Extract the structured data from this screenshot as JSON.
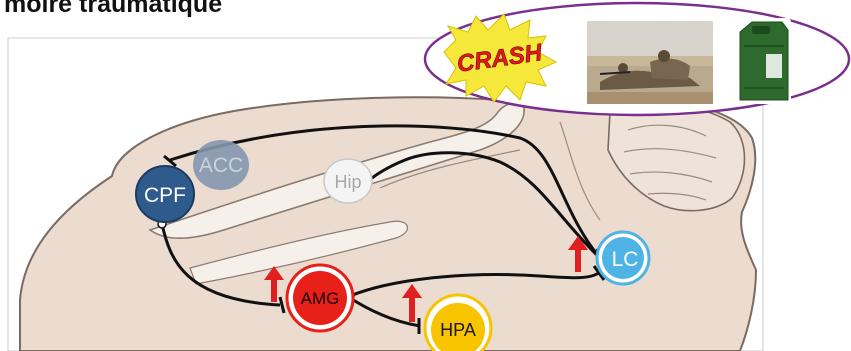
{
  "title": "moire traumatique",
  "stimuli": {
    "crash_label": "CRASH",
    "soldiers_photo": "soldiers-photo",
    "jerrycan_photo": "jerrycan-photo"
  },
  "nodes": {
    "cpf": "CPF",
    "acc": "ACC",
    "hip": "Hip",
    "lc": "LC",
    "amg": "AMG",
    "hpa": "HPA"
  },
  "colors": {
    "brain_fill": "#ecdcd0",
    "brain_outline": "#7a6a62",
    "cpf": "#2f5a8c",
    "acc": "#8496ad",
    "hip": "#f4f4f4",
    "lc": "#4fb3e6",
    "amg": "#e8201a",
    "hpa": "#f8c400",
    "arrow": "#e02020",
    "oval_border": "#7a2f8f"
  },
  "increase_arrows": [
    "amg",
    "hpa",
    "lc"
  ]
}
